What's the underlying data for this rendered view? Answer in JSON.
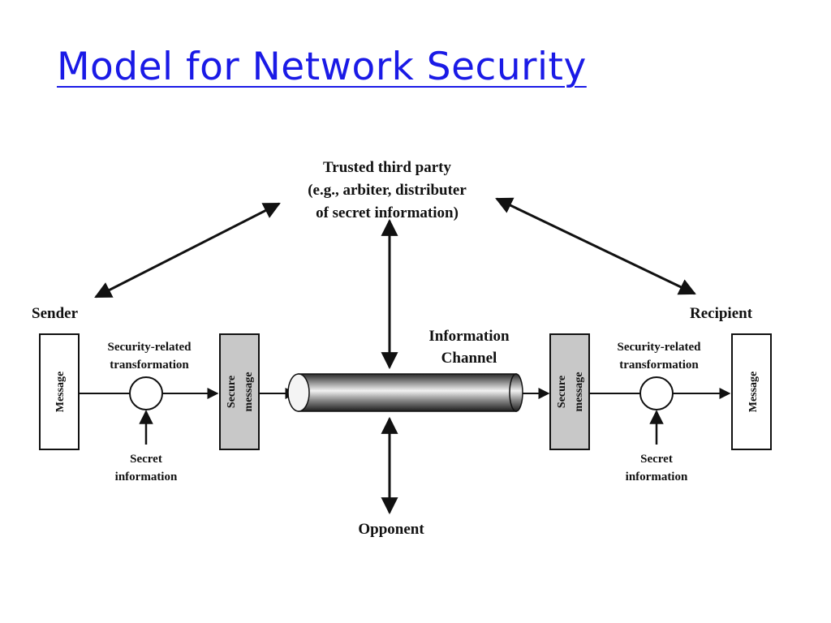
{
  "title": "Model for Network Security",
  "diagram": {
    "trusted_party": [
      "Trusted third party",
      "(e.g., arbiter, distributer",
      "of secret information)"
    ],
    "sender": "Sender",
    "recipient": "Recipient",
    "info_channel": [
      "Information",
      "Channel"
    ],
    "opponent": "Opponent",
    "left_transform": [
      "Security-related",
      "transformation"
    ],
    "right_transform": [
      "Security-related",
      "transformation"
    ],
    "left_secret": [
      "Secret",
      "information"
    ],
    "right_secret": [
      "Secret",
      "information"
    ],
    "left_message": "Message",
    "right_message": "Message",
    "left_secure_message": [
      "Secure",
      "message"
    ],
    "right_secure_message": [
      "Secure",
      "message"
    ]
  },
  "colors": {
    "title": "#1a1ae6",
    "secure_box": "#c8c8c8",
    "lines": "#111111"
  }
}
